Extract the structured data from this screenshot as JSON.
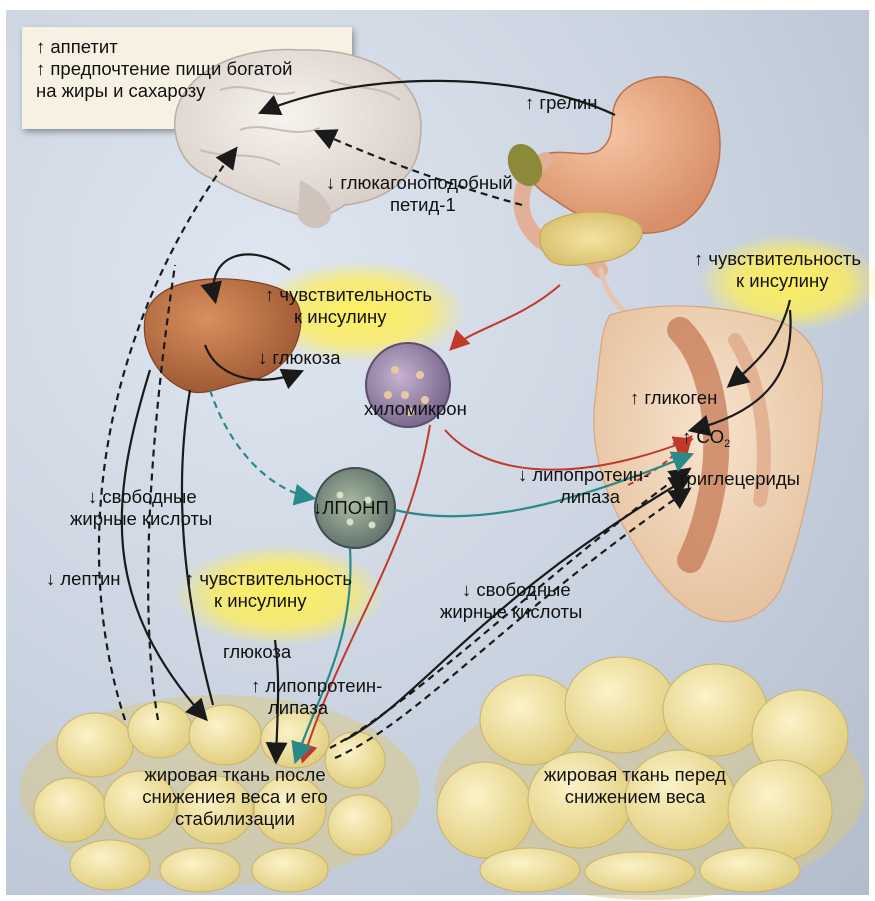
{
  "colors": {
    "background": "#c9d2df",
    "note_box": "#f6f1e3",
    "highlight": "#ffee5a",
    "arrow_black": "#1a1a1a",
    "arrow_red": "#c0392b",
    "arrow_teal": "#2a8a8a",
    "tissue": "#f3e6a6"
  },
  "icons": [
    "brain-icon",
    "stomach-icon",
    "pancreas-icon",
    "liver-icon",
    "chylomicron-icon",
    "vldl-particle-icon",
    "arm-muscle-icon",
    "adipose-tissue-icon"
  ],
  "labels": {
    "appetite": "↑ аппетит",
    "preference_1": "↑ предпочтение пищи богатой",
    "preference_2": "на жиры и сахарозу",
    "ghrelin": "↑ грелин",
    "glp1_1": "↓ глюкагоноподобный",
    "glp1_2": "петид-1",
    "muscle_sens_1": "↑ чувствительность",
    "muscle_sens_2": "к инсулину",
    "liver_sens_1": "↑ чувствительность",
    "liver_sens_2": "к инсулину",
    "glucose_liver": "↓ глюкоза",
    "chylomicron": "хиломикрон",
    "glycogen": "↑ гликоген",
    "co2": "↑ CO",
    "co2_sub": "2",
    "ffa_left_1": "↓ свободные",
    "ffa_left_2": "жирные кислоты",
    "vldl": "↓ЛПОНП",
    "lpl_muscle_1": "↓ липопротеин-",
    "lpl_muscle_2": "липаза",
    "triglycerides": "триглецериды",
    "leptin": "↓ лептин",
    "adipose_sens_1": "↑ чувствительность",
    "adipose_sens_2": "к инсулину",
    "ffa_right_1": "↓ свободные",
    "ffa_right_2": "жирные кислоты",
    "glucose_adipose": "глюкоза",
    "lpl_adipose_1": "↑ липопротеин-",
    "lpl_adipose_2": "липаза",
    "adipose_after_1": "жировая ткань после",
    "adipose_after_2": "снижениея веса и его",
    "adipose_after_3": "стабилизации",
    "adipose_before_1": "жировая ткань перед",
    "adipose_before_2": "снижением веса"
  }
}
